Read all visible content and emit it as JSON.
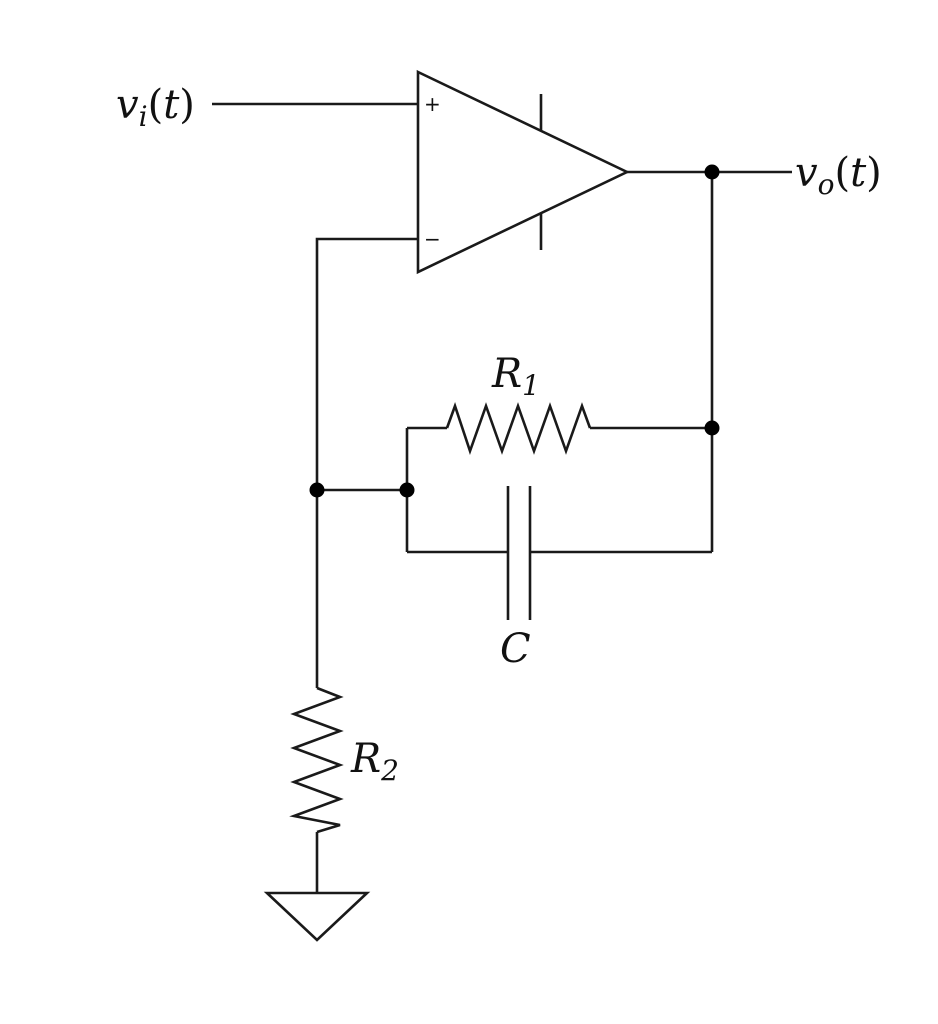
{
  "labels": {
    "vi": {
      "sym": "v",
      "sub": "i",
      "open": "(",
      "arg": "t",
      "close": ")"
    },
    "vo": {
      "sym": "v",
      "sub": "o",
      "open": "(",
      "arg": "t",
      "close": ")"
    },
    "r1": {
      "sym": "R",
      "sub": "1"
    },
    "r2": {
      "sym": "R",
      "sub": "2"
    },
    "c": {
      "sym": "C"
    }
  },
  "opamp": {
    "plus_label": "+",
    "minus_label": "−"
  }
}
